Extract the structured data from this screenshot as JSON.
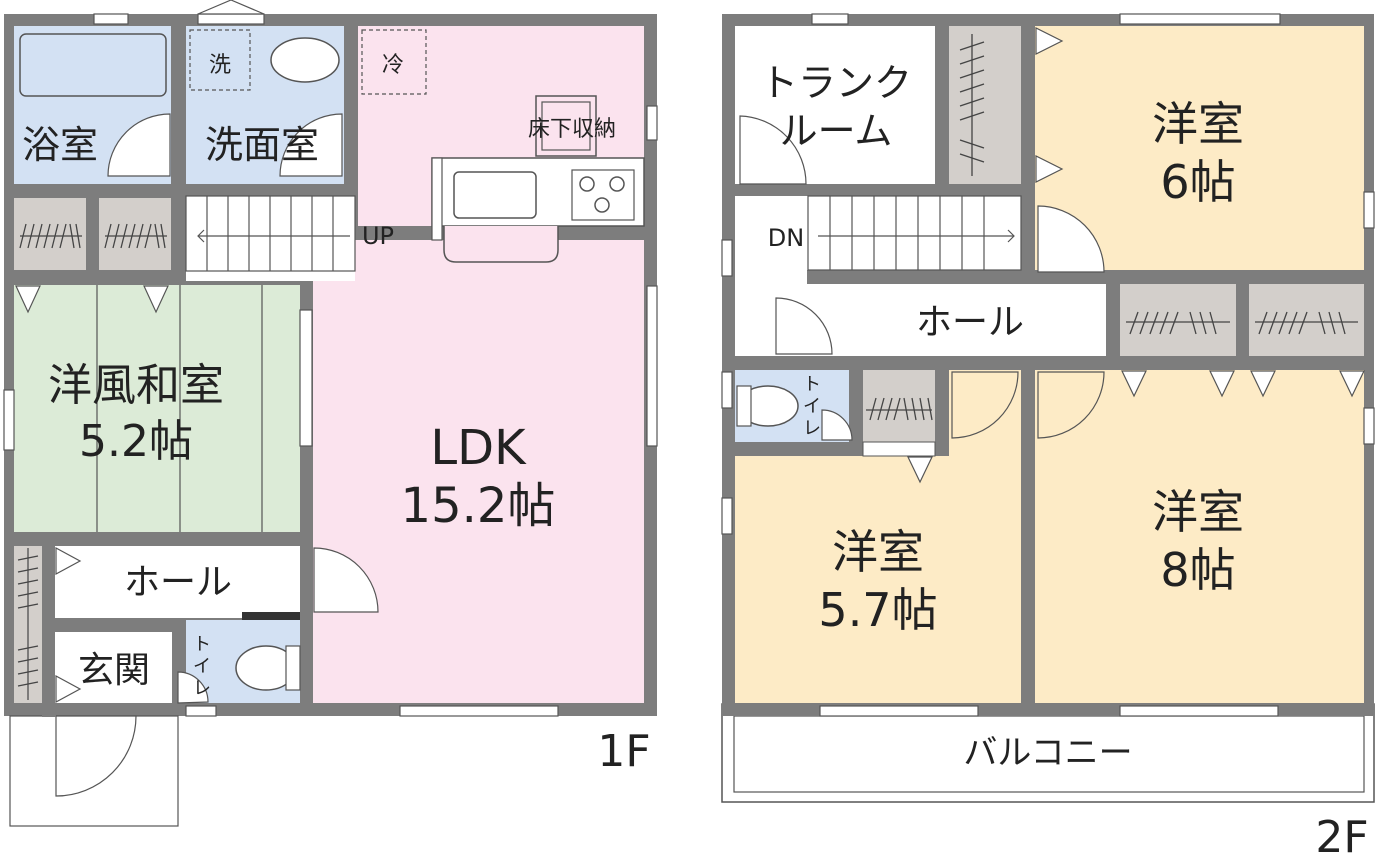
{
  "floor1": {
    "label": "1F",
    "rooms": {
      "bath": "浴室",
      "washroom": "洗面室",
      "washer": "洗",
      "fridge": "冷",
      "underfloor": "床下収納",
      "stairs_up": "UP",
      "washitsu_name": "洋風和室",
      "washitsu_size": "5.2帖",
      "ldk_name": "LDK",
      "ldk_size": "15.2帖",
      "hall": "ホール",
      "entrance": "玄関",
      "toilet_1": "ト",
      "toilet_2": "イ",
      "toilet_3": "レ"
    }
  },
  "floor2": {
    "label": "2F",
    "rooms": {
      "trunk_1": "トランク",
      "trunk_2": "ルーム",
      "stairs_dn": "DN",
      "room6_name": "洋室",
      "room6_size": "6帖",
      "hall": "ホール",
      "toilet_1": "ト",
      "toilet_2": "イ",
      "toilet_3": "レ",
      "room57_name": "洋室",
      "room57_size": "5.7帖",
      "room8_name": "洋室",
      "room8_size": "8帖",
      "balcony": "バルコニー"
    }
  },
  "colors": {
    "wall": "#7d7d7d",
    "bath": "#d3e1f3",
    "ldk": "#fbe3ee",
    "washitsu": "#dcebd7",
    "western": "#fdebc6",
    "closet": "#d3cfcb"
  }
}
